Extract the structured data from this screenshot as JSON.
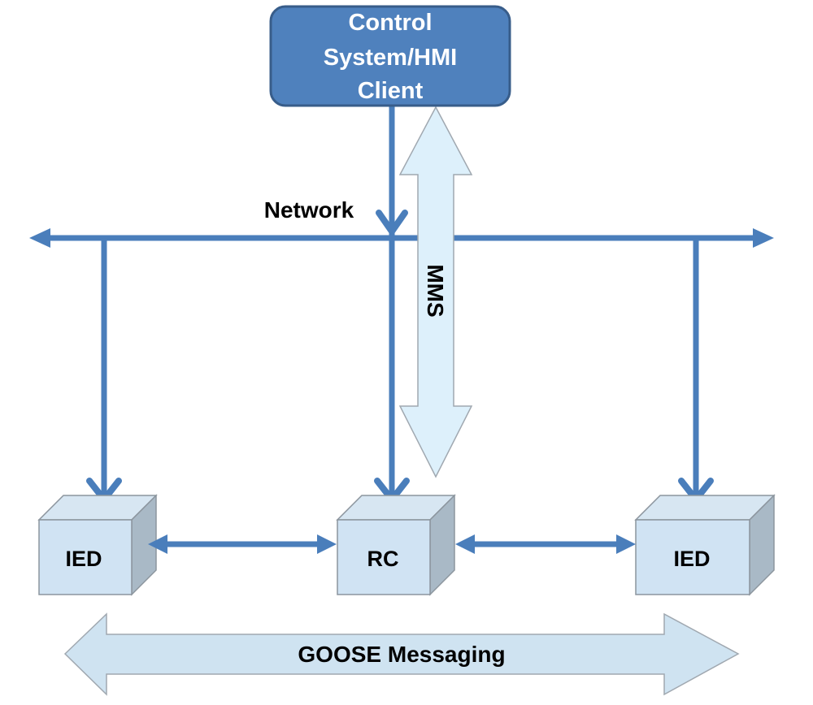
{
  "diagram": {
    "client_box": {
      "lines": [
        "Control",
        "System/HMI",
        "Client"
      ]
    },
    "network_label": "Network",
    "mms_label": "MMS",
    "nodes": [
      {
        "id": "ied-left",
        "label": "IED"
      },
      {
        "id": "rc",
        "label": "RC"
      },
      {
        "id": "ied-right",
        "label": "IED"
      }
    ],
    "goose_label": "GOOSE Messaging",
    "colors": {
      "primary_blue": "#4a7ebb",
      "box_fill": "#4f81bd",
      "box_border": "#385d8a",
      "cube_front": "#d0e3f3",
      "cube_side": "#a9b9c6",
      "arrow_fill_light": "#ddf0fb",
      "goose_fill": "#cfe3f1"
    }
  }
}
